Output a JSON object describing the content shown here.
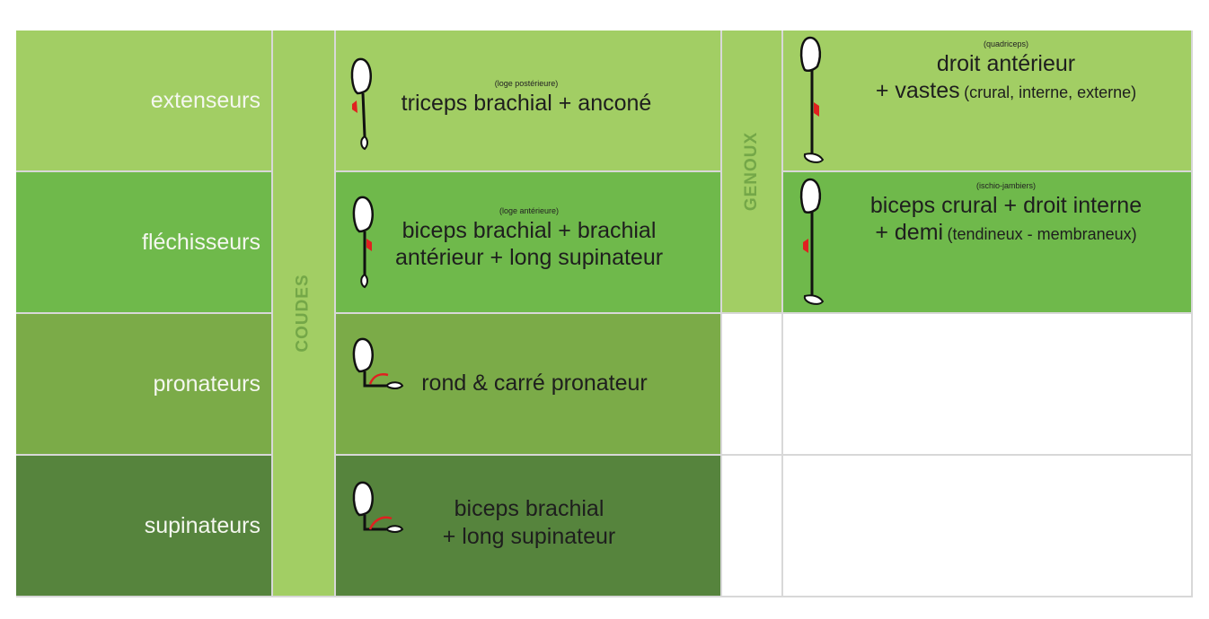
{
  "rows": [
    {
      "label": "extenseurs"
    },
    {
      "label": "fléchisseurs"
    },
    {
      "label": "pronateurs"
    },
    {
      "label": "supinateurs"
    }
  ],
  "bands": {
    "coudes": "COUDES",
    "genoux": "GENOUX"
  },
  "elbow": {
    "extenseurs": {
      "note": "(loge postérieure)",
      "line1": "triceps brachial + anconé"
    },
    "flechisseurs": {
      "note": "(loge antérieure)",
      "line1": "biceps brachial + brachial",
      "line2": "antérieur + long supinateur"
    },
    "pronateurs": {
      "line1": "rond & carré pronateur"
    },
    "supinateurs": {
      "line1": "biceps brachial",
      "line2": "+ long supinateur"
    }
  },
  "knee": {
    "extenseurs": {
      "note": "(quadriceps)",
      "line1": "droit antérieur",
      "line2_main": "+ vastes",
      "line2_small": "(crural, interne, externe)"
    },
    "flechisseurs": {
      "note": "(ischio-jambiers)",
      "line1": "biceps crural + droit interne",
      "line2_main": "+ demi",
      "line2_small": "(tendineux - membraneux)"
    }
  },
  "colors": {
    "row1": "#a2ce64",
    "row2": "#6fb94b",
    "row3": "#7bab48",
    "row4": "#56843d",
    "band": "#a2ce64",
    "muscle_red": "#e02020"
  },
  "icons": {
    "arm_extension": "arm-icon",
    "arm_flexion": "arm-icon",
    "arm_pronation": "forearm-rotation-icon",
    "arm_supination": "forearm-rotation-icon",
    "leg_extension": "leg-icon",
    "leg_flexion": "leg-icon"
  }
}
